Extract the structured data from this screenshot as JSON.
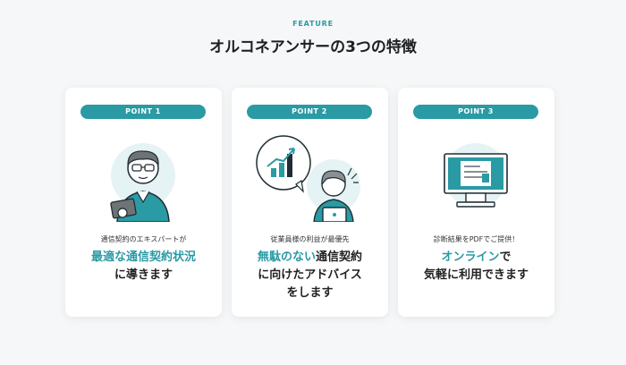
{
  "header": {
    "eyebrow": "FEATURE",
    "title": "オルコネアンサーの3つの特徴"
  },
  "colors": {
    "accent": "#2a9aa5",
    "background": "#f5f7f8"
  },
  "cards": [
    {
      "badge": "POINT 1",
      "icon": "expert-with-tablet-illustration",
      "subtitle": "通信契約のエキスパートが",
      "lines": [
        {
          "accent": "最適な通信契約状況",
          "text": ""
        },
        {
          "accent": "",
          "text": "に導きます"
        }
      ]
    },
    {
      "badge": "POINT 2",
      "icon": "employee-with-growth-chart-illustration",
      "subtitle": "従業員様の利益が最優先",
      "lines": [
        {
          "accent": "無駄のない",
          "text": "通信契約"
        },
        {
          "accent": "",
          "text": "に向けたアドバイス"
        },
        {
          "accent": "",
          "text": "をします"
        }
      ]
    },
    {
      "badge": "POINT 3",
      "icon": "monitor-with-document-illustration",
      "subtitle": "診断結果をPDFでご提供！",
      "lines": [
        {
          "accent": "オンライン",
          "text": "で"
        },
        {
          "accent": "",
          "text": "気軽に利用できます"
        }
      ]
    }
  ]
}
